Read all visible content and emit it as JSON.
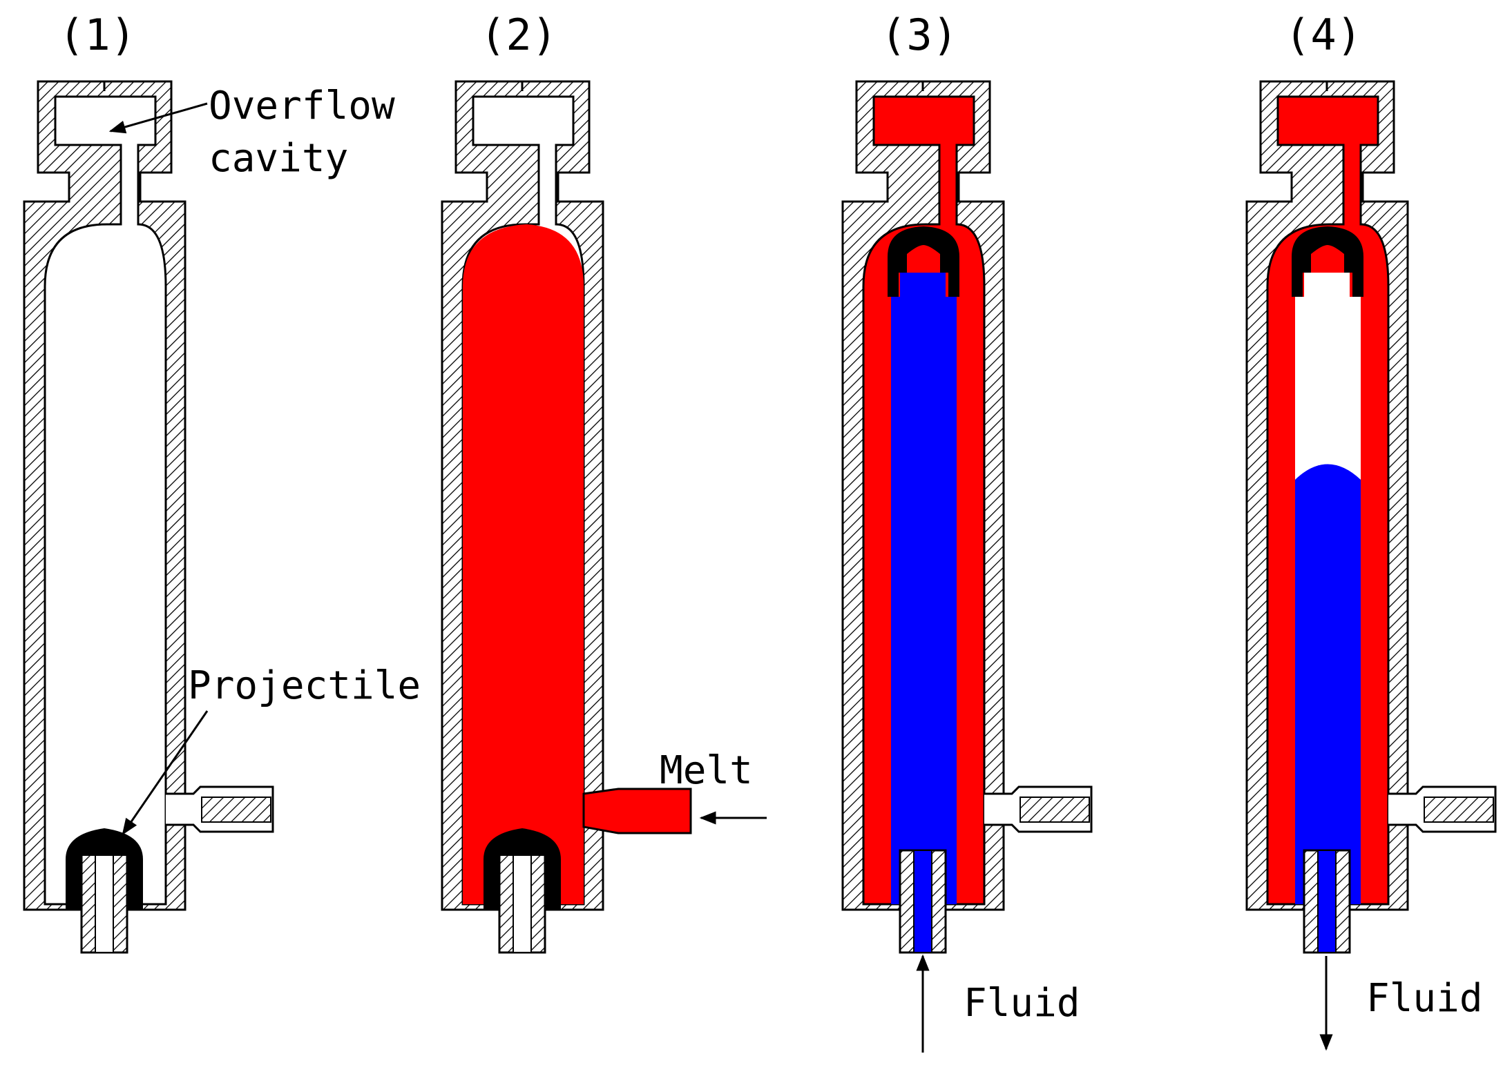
{
  "stages": [
    {
      "label": "(1)"
    },
    {
      "label": "(2)"
    },
    {
      "label": "(3)"
    },
    {
      "label": "(4)"
    }
  ],
  "callouts": {
    "overflow_line1": "Overflow",
    "overflow_line2": "cavity",
    "projectile": "Projectile",
    "melt": "Melt",
    "fluid_in": "Fluid",
    "fluid_out": "Fluid"
  },
  "colors": {
    "melt": "#ff0000",
    "fluid": "#0000ff",
    "projectile": "#000000",
    "mold_wall": "#ffffff",
    "hatch": "#000000"
  }
}
